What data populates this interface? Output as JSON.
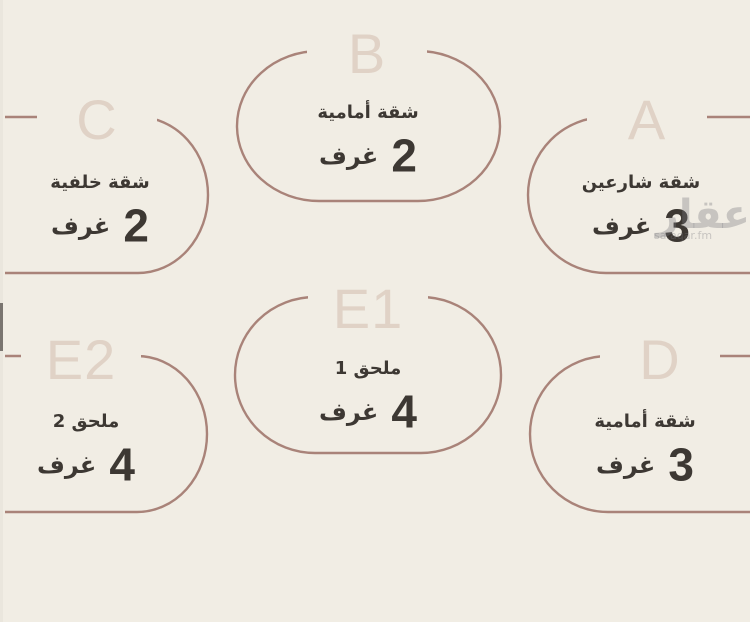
{
  "cards": [
    {
      "id": "B",
      "letter": "B",
      "label": "شقة أمامية",
      "count": "2",
      "unit": "غرف"
    },
    {
      "id": "C",
      "letter": "C",
      "label": "شقة خلفية",
      "count": "2",
      "unit": "غرف"
    },
    {
      "id": "A",
      "letter": "A",
      "label": "شقة شارعين",
      "count": "3",
      "unit": "غرف"
    },
    {
      "id": "E1",
      "letter": "E1",
      "label": "ملحق 1",
      "count": "4",
      "unit": "غرف"
    },
    {
      "id": "E2",
      "letter": "E2",
      "label": "ملحق 2",
      "count": "4",
      "unit": "غرف"
    },
    {
      "id": "D",
      "letter": "D",
      "label": "شقة أمامية",
      "count": "3",
      "unit": "غرف"
    }
  ],
  "watermark": {
    "logo": "عقار",
    "url": "sa.aqar.fm"
  },
  "colors": {
    "background": "#f1ede4",
    "outline": "#a98379",
    "letter": "#e0d2c6",
    "text": "#3d3833"
  }
}
